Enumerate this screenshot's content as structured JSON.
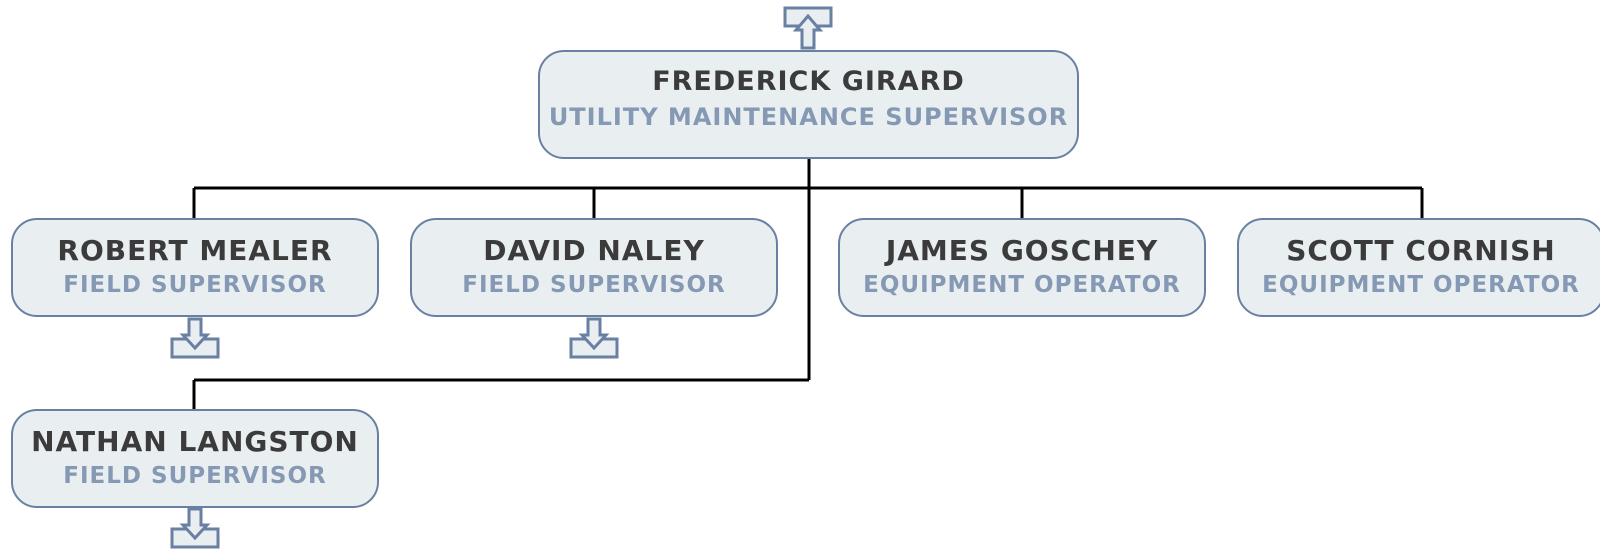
{
  "root": {
    "name": "FREDERICK GIRARD",
    "title": "UTILITY MAINTENANCE SUPERVISOR"
  },
  "children": [
    {
      "name": "ROBERT MEALER",
      "title": "FIELD SUPERVISOR"
    },
    {
      "name": "DAVID NALEY",
      "title": "FIELD SUPERVISOR"
    },
    {
      "name": "JAMES GOSCHEY",
      "title": "EQUIPMENT OPERATOR"
    },
    {
      "name": "SCOTT CORNISH",
      "title": "EQUIPMENT OPERATOR"
    },
    {
      "name": "NATHAN LANGSTON",
      "title": "FIELD SUPERVISOR"
    }
  ],
  "colors": {
    "node_fill": "#e9eef1",
    "node_border": "#6a80a3",
    "name_text": "#3b3b3b",
    "title_text": "#8598b4",
    "connector": "#000000"
  },
  "icons": {
    "up": "navigate-up-arrow-icon",
    "down": "expand-down-arrow-icon"
  }
}
